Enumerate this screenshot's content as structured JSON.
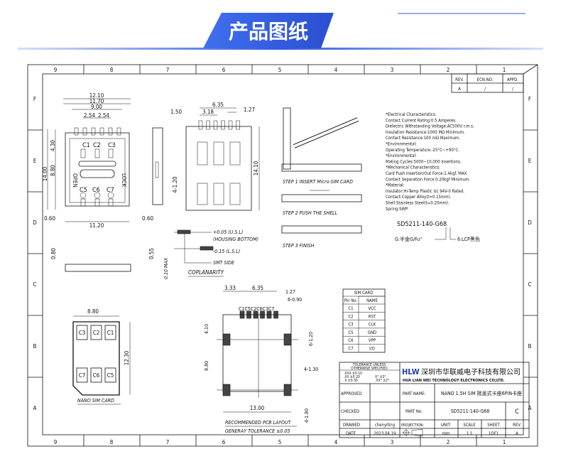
{
  "header": {
    "title": "产品图纸",
    "accent": "#2d5be3"
  },
  "frame": {
    "columns": [
      "9",
      "8",
      "7",
      "6",
      "5",
      "4",
      "3",
      "2",
      "1"
    ],
    "rows": [
      "F",
      "E",
      "D",
      "C",
      "B",
      "A"
    ]
  },
  "revision_table": {
    "headers": [
      "REV.",
      "ECN.NO.",
      "APPD."
    ],
    "values": [
      "A",
      "/",
      "/"
    ]
  },
  "top_view": {
    "dims": [
      "12.10",
      "11.70",
      "9.00",
      "2.54",
      "2.54",
      "14.00",
      "8.80",
      "4.30",
      "0.60",
      "11.20",
      "0.60"
    ],
    "contacts": [
      "C1",
      "C2",
      "C3",
      "C5",
      "C6",
      "C7"
    ],
    "labels": {
      "open": "OPEN",
      "lock": "LOCK"
    }
  },
  "side_view": {
    "dims": [
      "1.50"
    ]
  },
  "bottom_view": {
    "dims": [
      "6.35",
      "3.18",
      "1.27",
      "14.10",
      "4-1.20"
    ]
  },
  "front_view": {
    "dims": [
      "0.80",
      "0.55"
    ]
  },
  "coplanarity": {
    "lines": [
      "+0.05 (U.S.L)",
      "(HOUSING BOTTOM)",
      "-0.15 (L.S.L)",
      "SMT SIDE"
    ],
    "dim": "0.10 MAX",
    "title": "COPLANARITY"
  },
  "steps": [
    "STEP 1  INSERT Micro-SIM CARD",
    "STEP 2   PUSH THE SHELL",
    "STEP 3   FINISH"
  ],
  "specs": [
    "*Electrical Characteristics:",
    " Contact Current Rating:0.5 Amperes.",
    " Dielectric Withstanding Voltage:AC500V r.m.s.",
    " Insulation Resistance:1000 MΩ Minimum.",
    " Contact Resistance:100 mΩ Maximum.",
    "*Environmental:",
    " Operating Temperature:-25°C~+90°C.",
    "*Environmental:",
    " Mating Cycles:5000~10,000 Insertions.",
    "*Mechanical Characteristics:",
    " Card Push Insertion/Out Force:1.4kgf. MAX",
    "Contact Separation Force:0.20kgf Minimum.",
    "*Material:",
    " Insulator:Hi-Temp Plastic UL 94V-0 Rated.",
    " Contact:Copper Alloy(t=0.15mm).",
    " Shell:Stainless Steel(t=0.20mm).",
    " Spring:SWP."
  ],
  "part_code": {
    "code": "SD5211-140-G68",
    "left_note": "G:半金G/Fu\"",
    "right_note": "6:LCP黑色"
  },
  "nano_sim": {
    "dims": [
      "8.80",
      "12.30"
    ],
    "contacts": [
      "C3",
      "C2",
      "C1",
      "C7",
      "C6",
      "C5"
    ],
    "caption": "NANO SIM CARD"
  },
  "pcb_layout": {
    "dims": [
      "3.33",
      "6.35",
      "1.27",
      "6-0.90",
      "4.10",
      "6-1.20",
      "8.80",
      "4-1.30",
      "13.00",
      "4-1.80"
    ],
    "pin_labels": "C1C5C2C6C3C7",
    "caption": "RECOMMENDED PCB LAYOUT",
    "tolerance": "GENERAY TOLERANCE ±0.05"
  },
  "sim_card_table": {
    "title": "SIM CARD",
    "headers": [
      "Pin No.",
      "NAME"
    ],
    "rows": [
      [
        "C1",
        "VCC"
      ],
      [
        "C2",
        "RST"
      ],
      [
        "C3",
        "CLK"
      ],
      [
        "C5",
        "GND"
      ],
      [
        "C6",
        "VPP"
      ],
      [
        "C7",
        "I/O"
      ]
    ]
  },
  "title_block": {
    "tolerance_title": [
      "TOLERANCE UNLESS",
      "OTHERWISE SPECIFIED"
    ],
    "tolerances": [
      ".XXX ±0.10",
      ".XX  ±0.20",
      ".X   ±0.30",
      "X°  ±3°",
      ".XX° ±2°"
    ],
    "logo": "HLW",
    "company_cn": "深圳市华联威电子科技有限公司",
    "company_en": "HUA LIAN WEI TECHNOLOGY ELECTRONICS CO;LTD.",
    "approved_label": "APPROVED",
    "checked_label": "CHECKED",
    "drawed_label": "DRAWED",
    "drawed_value": "chenyiting",
    "date_label": "DATE",
    "date_value": "2023.04.19",
    "part_name_label": "PART NAME:",
    "part_name": "NANO 1.5H SIM 掀盖式卡座6PIN卡座",
    "part_no_label": "PART No:",
    "part_no": "SD5211-140-G68",
    "part_rev": "C",
    "projection_label": "PROJECTION:",
    "unit_label": "UNIT:",
    "unit": "mm",
    "scale_label": "SCALE",
    "scale": "1:1",
    "sheet_label": "SHEET",
    "sheet": "1OF1",
    "rev_label": "REV.",
    "rev": "A"
  }
}
